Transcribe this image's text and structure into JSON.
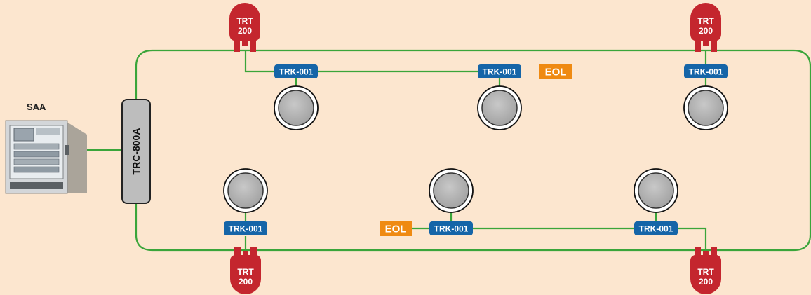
{
  "colors": {
    "background": "#fce6cf",
    "wire": "#3aa53a",
    "module": "#1565a8",
    "eol": "#ef8a12",
    "trt": "#c4262e",
    "controller": "#bdbdbd"
  },
  "saa": {
    "label": "SAA"
  },
  "controller": {
    "label": "TRC-800A"
  },
  "trt": {
    "line1": "TRT",
    "line2": "200"
  },
  "module": {
    "label": "TRK-001"
  },
  "eol": {
    "label": "EOL"
  }
}
